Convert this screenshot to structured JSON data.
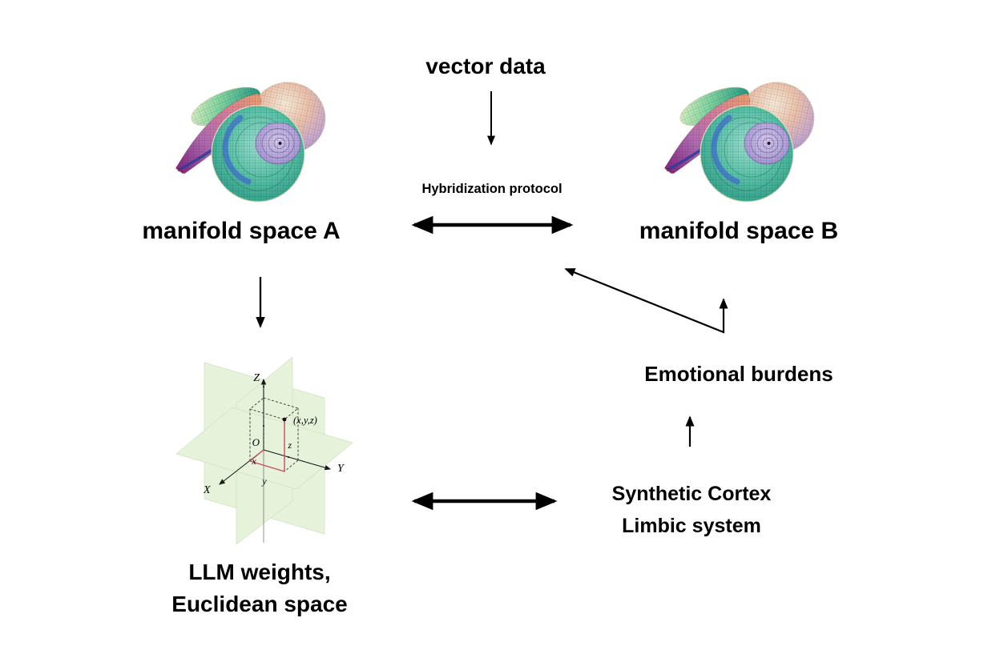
{
  "diagram": {
    "title": "vector data",
    "protocol_label": "Hybridization protocol",
    "nodes": {
      "manifold_a": "manifold space A",
      "manifold_b": "manifold space B",
      "llm_line1": "LLM weights,",
      "llm_line2": "Euclidean space",
      "emotional": "Emotional burdens",
      "cortex_line1": "Synthetic Cortex",
      "cortex_line2": "Limbic system"
    },
    "axes_figure": {
      "axis_x": "X",
      "axis_y": "Y",
      "axis_z": "Z",
      "origin": "O",
      "point": "(x,y,z)",
      "coord_x": "x",
      "coord_y": "y",
      "coord_z": "z",
      "plane_color": "#d4e8bc",
      "plane_edge_color": "#a9c98e",
      "segment_color": "#c54a68"
    },
    "manifold_palette": {
      "green_lobe": [
        "#e9f6c9",
        "#7fd6a0",
        "#2f9e86"
      ],
      "pink_lobe": [
        "#f7ecd8",
        "#eec3ab",
        "#c9a8cf",
        "#9b85c4"
      ],
      "disc": [
        "#9fe0d0",
        "#59c4a8",
        "#3aa890",
        "#5ec98e",
        "#8fd9a0"
      ],
      "arm": [
        "#eda06b",
        "#d97f9b",
        "#b06bb0",
        "#8a2e86"
      ],
      "arm_underside": "#2d3f9e",
      "inner_spiral": [
        "#d8cdf0",
        "#b5a5dd",
        "#8f7cc0"
      ],
      "blue_band": "#3f6cc9"
    },
    "colors": {
      "background": "#ffffff",
      "text": "#000000",
      "arrow": "#000000"
    }
  }
}
